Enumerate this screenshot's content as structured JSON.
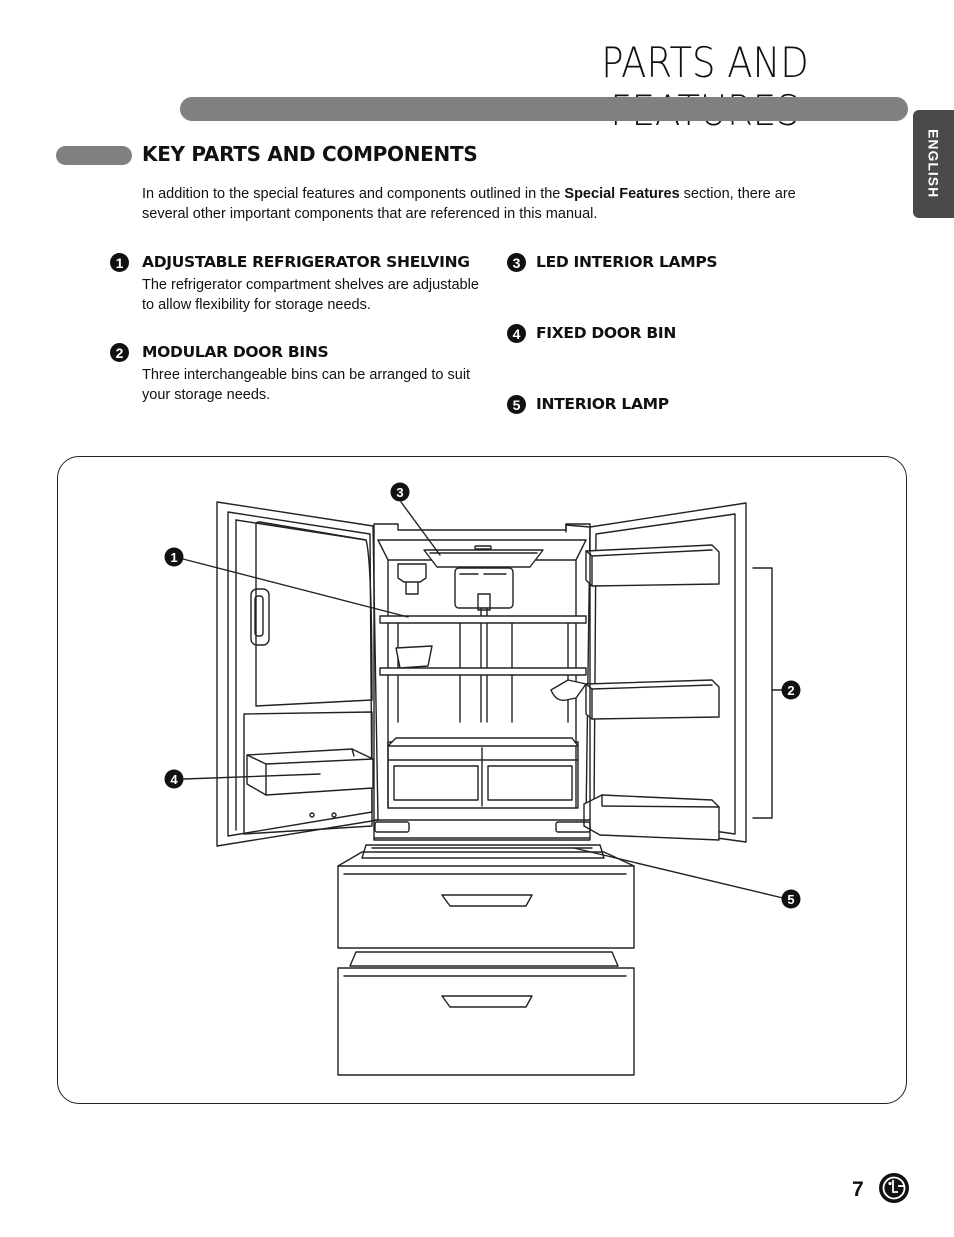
{
  "header": {
    "title": "PARTS AND FEATURES",
    "language_tab": "ENGLISH"
  },
  "section": {
    "heading": "KEY PARTS AND COMPONENTS",
    "intro_before": "In addition to the special features and components outlined in the ",
    "intro_bold": "Special Features",
    "intro_after": " section, there are several other important components that are referenced in this manual."
  },
  "items": [
    {
      "number": "1",
      "title": "ADJUSTABLE REFRIGERATOR SHELVING",
      "description": "The refrigerator compartment shelves are adjustable to allow flexibility for storage needs."
    },
    {
      "number": "2",
      "title": "MODULAR DOOR BINS",
      "description": "Three interchangeable bins can be arranged to suit your storage needs."
    },
    {
      "number": "3",
      "title": "LED INTERIOR LAMPS",
      "description": ""
    },
    {
      "number": "4",
      "title": "FIXED DOOR BIN",
      "description": ""
    },
    {
      "number": "5",
      "title": "INTERIOR LAMP",
      "description": ""
    }
  ],
  "figure": {
    "callouts": [
      "1",
      "2",
      "3",
      "4",
      "5"
    ],
    "line_color": "#222222"
  },
  "footer": {
    "page_number": "7",
    "logo_icon": "lg-logo-icon"
  },
  "colors": {
    "bar_gray": "#808080",
    "tab_dark": "#4a4a4a"
  }
}
